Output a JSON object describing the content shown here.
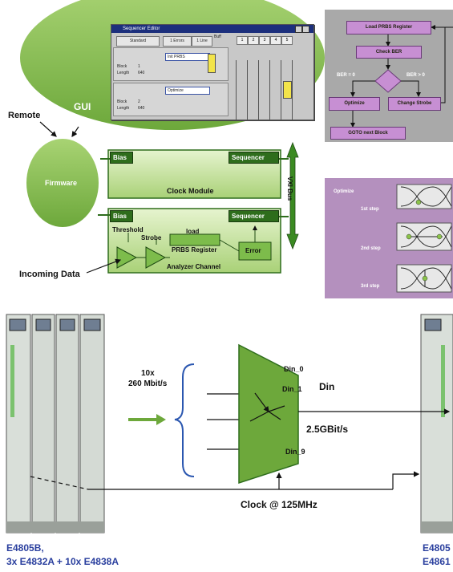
{
  "gui": {
    "label": "GUI",
    "window": {
      "title": "Sequencer Editor",
      "tabs": [
        "Standard",
        "1 Errors",
        "1 Line"
      ],
      "top_right_label": "Buff",
      "col_numbers": [
        "1",
        "2",
        "3",
        "4",
        "5"
      ],
      "block1": {
        "name_label": "Block",
        "name_value": "1",
        "length_label": "Length",
        "length_value": "640",
        "field": "Init PRBS"
      },
      "block2": {
        "name_label": "Block",
        "name_value": "2",
        "length_label": "Length",
        "length_value": "640",
        "field": "Optimize"
      }
    }
  },
  "remote_label": "Remote",
  "firmware_label": "Firmware",
  "clock_module": {
    "label": "Clock Module",
    "bias": "Bias",
    "sequencer": "Sequencer"
  },
  "analyzer": {
    "label": "Analyzer Channel",
    "bias": "Bias",
    "sequencer": "Sequencer",
    "threshold": "Threshold",
    "strobe": "Strobe",
    "load": "load",
    "prbs": "PRBS Register",
    "error": "Error"
  },
  "vxi_bus_label": "VXI Bus",
  "incoming_data_label": "Incoming Data",
  "flowchart": {
    "load_prbs": "Load PRBS Register",
    "check_ber": "Check BER",
    "ber_zero": "BER = 0",
    "ber_nonzero": "BER > 0",
    "optimize": "Optimize",
    "change_strobe": "Change Strobe",
    "goto": "GOTO next Block"
  },
  "optimize_panel": {
    "title": "Optimize",
    "steps": [
      "1st step",
      "2nd step",
      "3rd step"
    ]
  },
  "mux": {
    "inputs_count": "10x",
    "inputs_rate": "260 Mbit/s",
    "din0": "Din_0",
    "din1": "Din_1",
    "din9": "Din_9",
    "output": "Din",
    "output_rate": "2.5GBit/s",
    "clock": "Clock @ 125MHz"
  },
  "left_rack": {
    "line1": "E4805B,",
    "line2": "3x E4832A + 10x E4838A"
  },
  "right_rack": {
    "line1": "E4805",
    "line2": "E4861"
  },
  "colors": {
    "green_dark": "#2e6d1c",
    "green_light": "#bde08a",
    "gui_ellipse": "#8fc45a",
    "purple": "#c78fd3",
    "gray_panel": "#a9a9a9"
  }
}
